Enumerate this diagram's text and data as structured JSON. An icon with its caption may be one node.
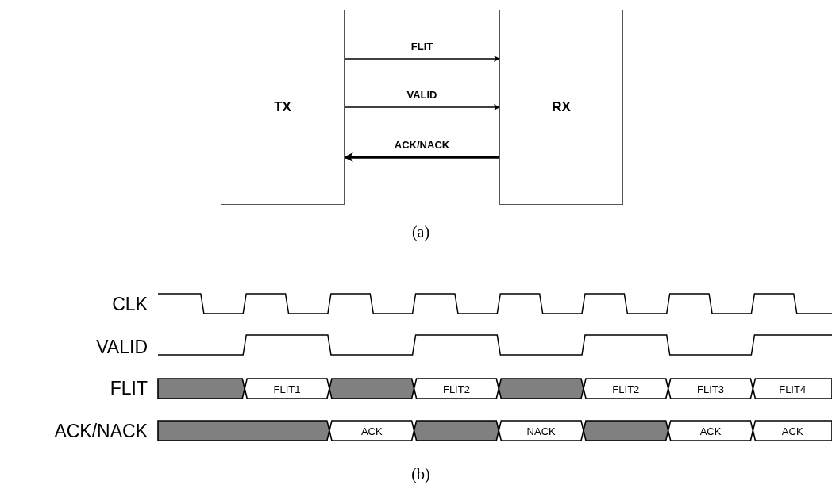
{
  "diagram": {
    "nodes": [
      {
        "text": [
          "TX"
        ]
      },
      {
        "text": [
          "RX"
        ]
      }
    ],
    "edges": [
      {
        "from": 0,
        "to": 1,
        "arrow": "to",
        "label": "FLIT"
      },
      {
        "from": 0,
        "to": 1,
        "arrow": "to",
        "label": "VALID"
      },
      {
        "from": 1,
        "to": 0,
        "arrow": "to",
        "label": "ACK/NACK",
        "style": "thick"
      }
    ],
    "labels": [
      "(a)",
      "CLK",
      "VALID",
      "FLIT",
      "ACK/NACK",
      "FLIT1",
      "FLIT2",
      "FLIT2",
      "FLIT3",
      "FLIT4",
      "ACK",
      "NACK",
      "ACK",
      "ACK",
      "(b)"
    ]
  }
}
